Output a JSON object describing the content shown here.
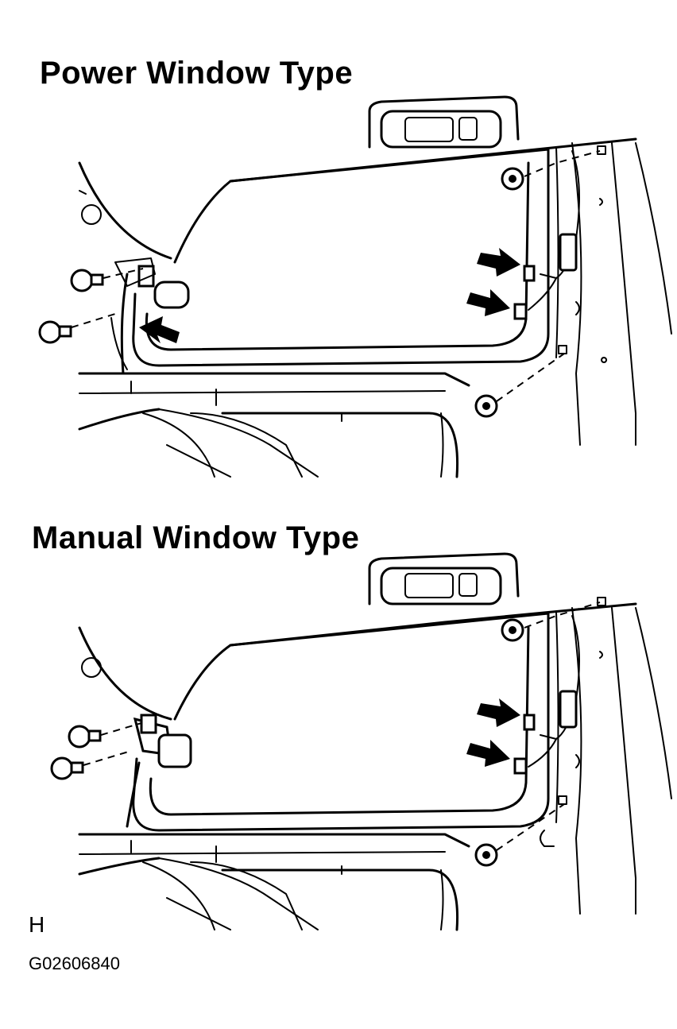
{
  "sections": [
    {
      "title": "Power Window Type"
    },
    {
      "title": "Manual Window Type"
    }
  ],
  "footer": {
    "mark": "H",
    "code": "G02606840"
  },
  "icons": [
    "arrow-icon",
    "bolt-icon",
    "clip-icon",
    "connector-icon"
  ]
}
